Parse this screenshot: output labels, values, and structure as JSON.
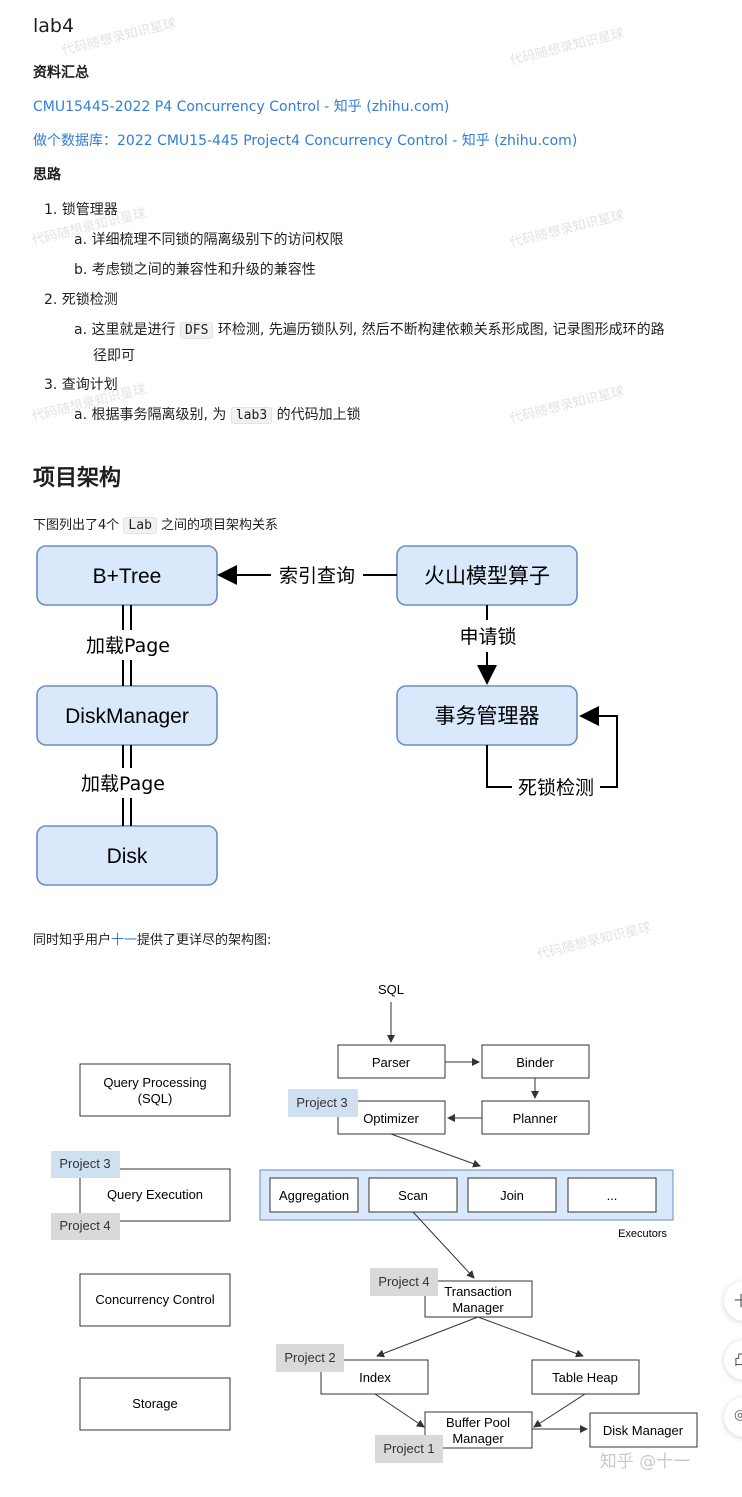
{
  "title": "lab4",
  "resources": {
    "heading": "资料汇总",
    "links": [
      "CMU15445-2022 P4 Concurrency Control - 知乎 (zhihu.com)",
      "做个数据库：2022 CMU15-445 Project4 Concurrency Control - 知乎 (zhihu.com)"
    ]
  },
  "ideas": {
    "heading": "思路",
    "l1": "1. 锁管理器",
    "l1a": "a. 详细梳理不同锁的隔离级别下的访问权限",
    "l1b": "b. 考虑锁之间的兼容性和升级的兼容性",
    "l2": "2. 死锁检测",
    "l2a_pre": "a. 这里就是进行",
    "l2a_code": "DFS",
    "l2a_post": "环检测, 先遍历锁队列, 然后不断构建依赖关系形成图, 记录图形成环的路",
    "l2a_cont": "径即可",
    "l3": "3. 查询计划",
    "l3a_pre": "a. 根据事务隔离级别, 为",
    "l3a_code": "lab3",
    "l3a_post": "的代码加上锁"
  },
  "arch": {
    "heading": "项目架构",
    "intro_pre": "下图列出了4个",
    "intro_code": "Lab",
    "intro_post": "之间的项目架构关系"
  },
  "diagram1": {
    "bptree": "B+Tree",
    "volcano": "火山模型算子",
    "diskmgr": "DiskManager",
    "txnmgr": "事务管理器",
    "disk": "Disk",
    "index_query": "索引查询",
    "load_page_1": "加载Page",
    "load_page_2": "加载Page",
    "request_lock": "申请锁",
    "deadlock": "死锁检测"
  },
  "para2": {
    "pre": "同时知乎用户",
    "user": "十一",
    "post": "提供了更详尽的架构图:"
  },
  "diagram2": {
    "sql": "SQL",
    "parser": "Parser",
    "binder": "Binder",
    "optimizer": "Optimizer",
    "planner": "Planner",
    "aggregation": "Aggregation",
    "scan": "Scan",
    "join": "Join",
    "more": "...",
    "executors": "Executors",
    "txn_mgr_1": "Transaction",
    "txn_mgr_2": "Manager",
    "index": "Index",
    "table_heap": "Table Heap",
    "bpm_1": "Buffer Pool",
    "bpm_2": "Manager",
    "disk_manager": "Disk Manager",
    "qp_1": "Query Processing",
    "qp_2": "(SQL)",
    "query_exec": "Query Execution",
    "cc": "Concurrency Control",
    "storage": "Storage",
    "p3a": "Project 3",
    "p3b": "Project 3",
    "p4a": "Project 4",
    "p4b": "Project 4",
    "p2": "Project 2",
    "p1": "Project 1",
    "watermark": "知乎 @十一"
  },
  "side": {
    "b1": "十",
    "b2": "凸",
    "b3": "◎"
  },
  "watermark_text": "代码随想录知识星球",
  "colors": {
    "link": "#2f7fd6",
    "box_fill": "#dae8fc",
    "box_stroke": "#6c8ebf",
    "tag_blue": "#cfe0f1",
    "tag_gray": "#d9d9d9"
  }
}
